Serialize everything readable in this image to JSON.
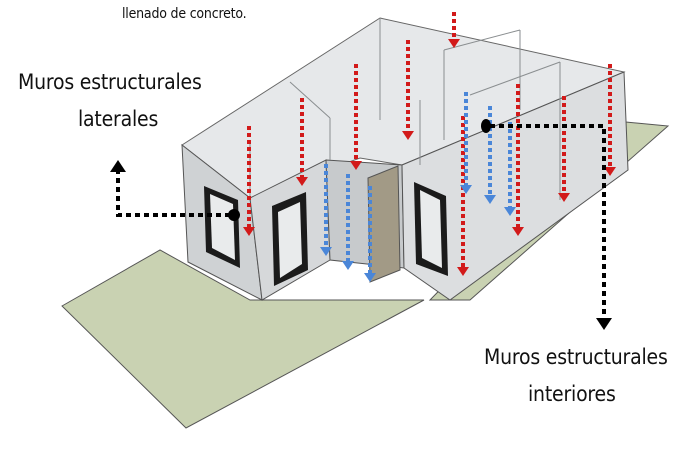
{
  "caption": "llenado de concreto.",
  "label_lateral": {
    "line1": "Muros estructurales",
    "line2": "laterales"
  },
  "label_interior": {
    "line1": "Muros estructurales",
    "line2": "interiores"
  },
  "colors": {
    "ground": "#c9d2b2",
    "wall_top": "#d9dcdd",
    "wall_front": "#c8cacc",
    "wall_dark": "#9fa3a5",
    "glass": "#ecedee",
    "door": "#a29a86",
    "arrow_red": "#d21a1a",
    "arrow_blue": "#4a86d8",
    "pointer": "#000000"
  }
}
